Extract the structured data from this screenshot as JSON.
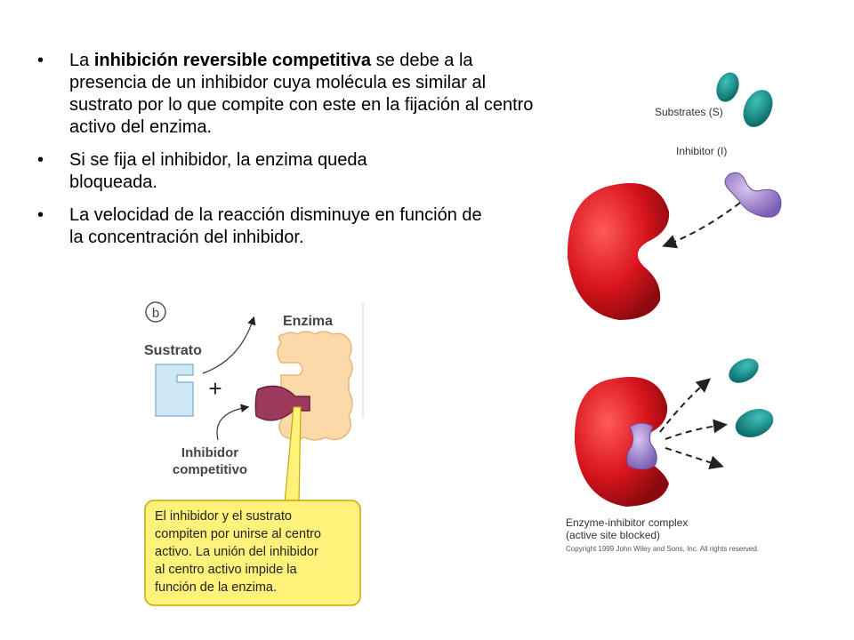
{
  "bullets": [
    {
      "pre": "La ",
      "bold": "inhibición reversible competitiva",
      "post": " se debe a la presencia de un inhibidor cuya molécula es similar al sustrato por lo que compite con este en la fijación al centro activo del enzima."
    },
    {
      "pre": "Si se fija el inhibidor, la enzima queda bloqueada.",
      "bold": "",
      "post": ""
    },
    {
      "pre": "La velocidad de la reacción disminuye en función de la concentración del inhibidor.",
      "bold": "",
      "post": ""
    }
  ],
  "bullet_glyph": "•",
  "left_figure": {
    "panel_letter": "b",
    "substrate_label": "Sustrato",
    "enzyme_label": "Enzima",
    "plus": "+",
    "inhibitor_label_1": "Inhibidor",
    "inhibitor_label_2": "competitivo",
    "note_lines": [
      "El inhibidor y el sustrato",
      "compiten por unirse al centro",
      "activo. La unión del inhibidor",
      "al centro activo impide la",
      "función de la enzima."
    ],
    "colors": {
      "substrate": "#cde8f4",
      "enzyme": "#fbd9a8",
      "inhibitor": "#9b3a5c",
      "note": "#fff27a"
    }
  },
  "right_figure": {
    "substrates_label": "Substrates (S)",
    "inhibitor_label": "Inhibitor (I)",
    "complex_label_1": "Enzyme-inhibitor complex",
    "complex_label_2": "(active site blocked)",
    "copyright": "Copyright 1999 John Wiley and Sons, Inc. All rights reserved.",
    "colors": {
      "enzyme": "#d8141c",
      "substrate": "#0e8a86",
      "inhibitor": "#a98ad0"
    }
  }
}
